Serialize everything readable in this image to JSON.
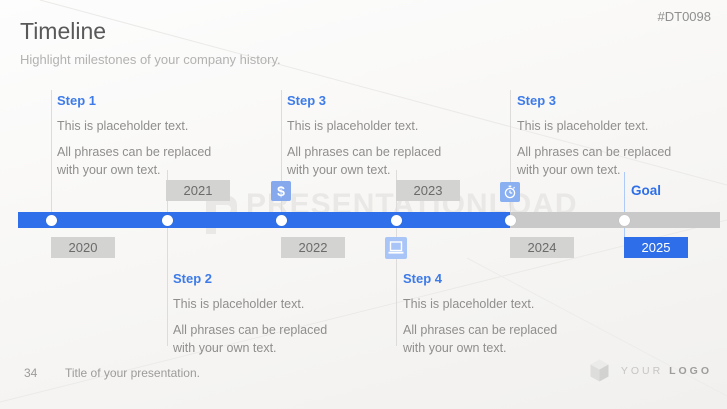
{
  "header": {
    "title": "Timeline",
    "subtitle": "Highlight milestones of your company history.",
    "code": "#DT0098"
  },
  "colors": {
    "accent_blue": "#2f70ea",
    "light_blue_icon": "#8bb0f2",
    "bar_gray": "#c9c9c9",
    "yearbox_gray": "#d3d3d2",
    "step_label_blue": "#3e7be8"
  },
  "watermark": {
    "text": "PRESENTATIONLOAD",
    "logo": "presentationload-p-bubble"
  },
  "timeline": {
    "goal_label": "Goal",
    "milestones": [
      {
        "year": "2020",
        "side": "below"
      },
      {
        "year": "2021",
        "side": "above"
      },
      {
        "year": "2022",
        "side": "below"
      },
      {
        "year": "2023",
        "side": "above"
      },
      {
        "year": "2024",
        "side": "below"
      },
      {
        "year": "2025",
        "side": "below",
        "highlight": true
      }
    ],
    "icons": [
      {
        "name": "dollar-icon",
        "glyph": "$",
        "side": "above"
      },
      {
        "name": "laptop-icon",
        "side": "below"
      },
      {
        "name": "stopwatch-icon",
        "side": "above"
      }
    ]
  },
  "steps": [
    {
      "label": "Step 1",
      "lines": [
        "This is placeholder text.",
        "All phrases can be replaced",
        "with your own text."
      ]
    },
    {
      "label": "Step 2",
      "lines": [
        "This is placeholder text.",
        "All phrases can be replaced",
        "with your own text."
      ]
    },
    {
      "label": "Step 3",
      "lines": [
        "This is placeholder text.",
        "All phrases can be replaced",
        "with your own text."
      ]
    },
    {
      "label": "Step 4",
      "lines": [
        "This is placeholder text.",
        "All phrases can be replaced",
        "with your own text."
      ]
    },
    {
      "label": "Step 3",
      "lines": [
        "This is placeholder text.",
        "All phrases can be replaced",
        "with your own text."
      ]
    }
  ],
  "footer": {
    "page_number": "34",
    "presentation_title": "Title of your presentation.",
    "logo_word_light": "YOUR",
    "logo_word_bold": "LOGO"
  }
}
